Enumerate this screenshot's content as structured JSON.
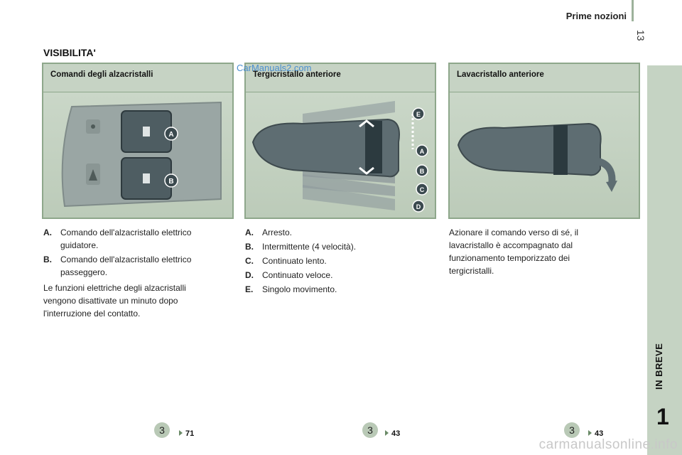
{
  "header": {
    "title": "Prime nozioni",
    "page_number": "13"
  },
  "side_tab": {
    "label": "IN BREVE",
    "chapter_number": "1"
  },
  "section_title": "VISIBILITA'",
  "watermark": "CarManuals2.com",
  "panels": [
    {
      "title": "Comandi degli alzacristalli",
      "callouts": [
        "A",
        "B"
      ]
    },
    {
      "title": "Tergicristallo anteriore",
      "callouts": [
        "E",
        "A",
        "B",
        "C",
        "D"
      ]
    },
    {
      "title": "Lavacristallo anteriore"
    }
  ],
  "column1": {
    "items": [
      {
        "key": "A.",
        "text": "Comando dell'alzacristallo elettrico guidatore."
      },
      {
        "key": "B.",
        "text": "Comando dell'alzacristallo elettrico passeggero."
      }
    ],
    "paragraph": "Le funzioni elettriche degli alzacristalli vengono disattivate un minuto dopo l'interruzione del contatto."
  },
  "column2": {
    "items": [
      {
        "key": "A.",
        "text": "Arresto."
      },
      {
        "key": "B.",
        "text": "Intermittente (4 velocità)."
      },
      {
        "key": "C.",
        "text": "Continuato lento."
      },
      {
        "key": "D.",
        "text": "Continuato veloce."
      },
      {
        "key": "E.",
        "text": "Singolo movimento."
      }
    ]
  },
  "column3": {
    "paragraph": "Azionare il comando verso di sé, il lavacristallo è accompagnato dal funzionamento temporizzato dei tergicristalli."
  },
  "references": [
    {
      "badge": "3",
      "page": "71"
    },
    {
      "badge": "3",
      "page": "43"
    },
    {
      "badge": "3",
      "page": "43"
    }
  ],
  "footer_watermark": "carmanualsonline.info",
  "colors": {
    "panel_bg": "#c6d3c4",
    "panel_border": "#8ea78b",
    "side_tab": "#c5d3c3",
    "watermark": "#4a8fd0"
  }
}
